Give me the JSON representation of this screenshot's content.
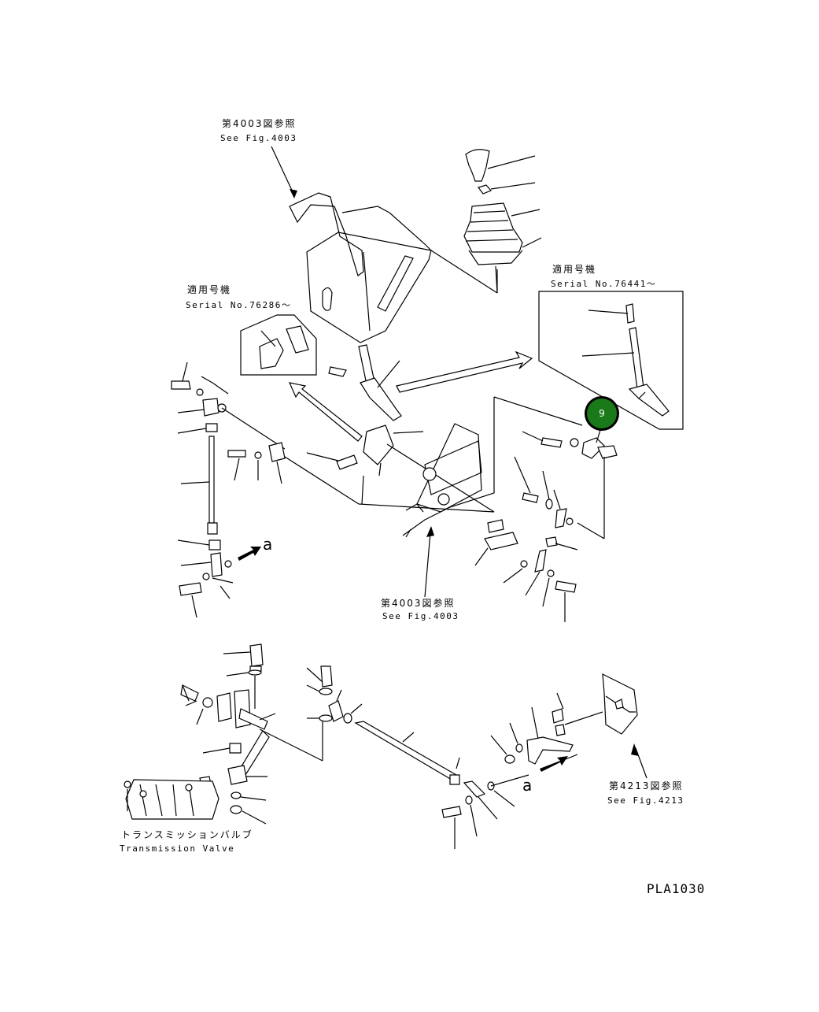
{
  "labels": {
    "ref_top_jp": "第4003図参照",
    "ref_top_en": "See Fig.4003",
    "serial_left_jp": "適用号機",
    "serial_left_en": "Serial No.76286～",
    "serial_right_jp": "適用号機",
    "serial_right_en": "Serial No.76441～",
    "ref_mid_jp": "第4003図参照",
    "ref_mid_en": "See Fig.4003",
    "ref_right_jp": "第4213図参照",
    "ref_right_en": "See Fig.4213",
    "valve_jp": "トランスミッションバルブ",
    "valve_en": "Transmission Valve",
    "arrow_a_upper": "a",
    "arrow_a_lower": "a",
    "figure_code": "PLA1030"
  },
  "callout": {
    "number": "9",
    "color": "#1a7a1a"
  }
}
